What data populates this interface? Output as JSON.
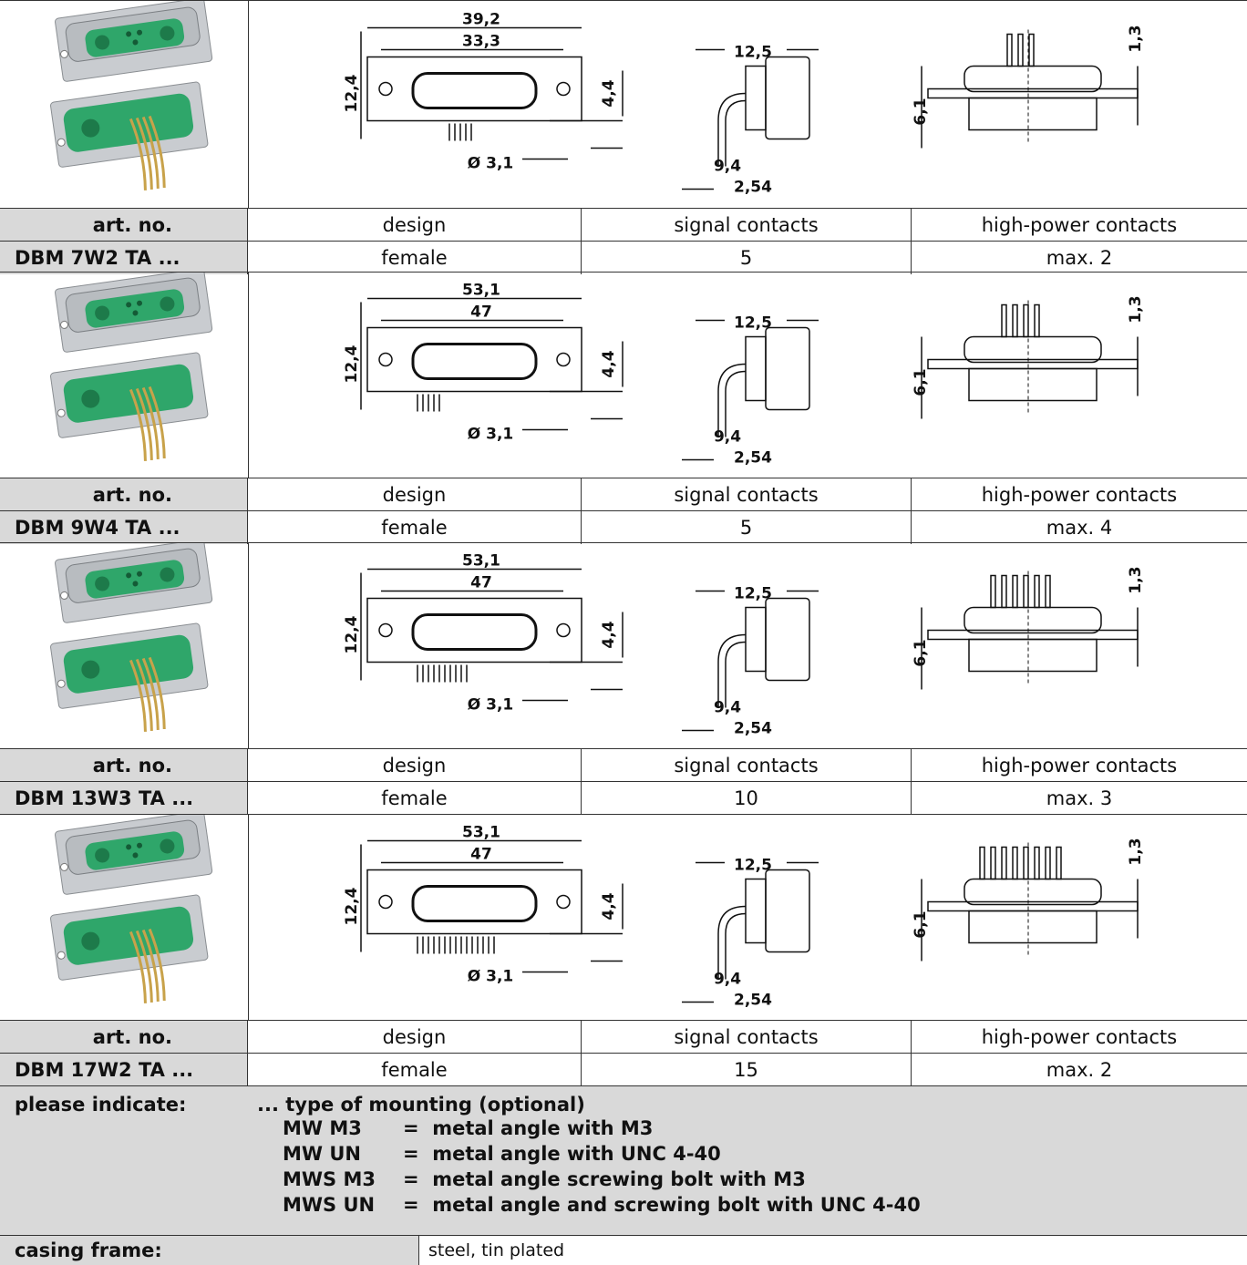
{
  "columns": {
    "art_no": "art. no.",
    "design": "design",
    "signal": "signal contacts",
    "power": "high-power contacts"
  },
  "products": [
    {
      "art": "DBM 7W2 TA ...",
      "design": "female",
      "signal": "5",
      "power": "max. 2",
      "dims": {
        "outer": "39,2",
        "inner": "33,3",
        "height": "12,4",
        "offset": "4,4",
        "hole": "Ø 3,1",
        "depth": "12,5",
        "pitch1": "9,4",
        "pitch2": "2,54",
        "side1": "1,3",
        "side2": "6,1"
      }
    },
    {
      "art": "DBM 9W4 TA ...",
      "design": "female",
      "signal": "5",
      "power": "max. 4",
      "dims": {
        "outer": "53,1",
        "inner": "47",
        "height": "12,4",
        "offset": "4,4",
        "hole": "Ø 3,1",
        "depth": "12,5",
        "pitch1": "9,4",
        "pitch2": "2,54",
        "side1": "1,3",
        "side2": "6,1"
      }
    },
    {
      "art": "DBM 13W3 TA ...",
      "design": "female",
      "signal": "10",
      "power": "max. 3",
      "dims": {
        "outer": "53,1",
        "inner": "47",
        "height": "12,4",
        "offset": "4,4",
        "hole": "Ø 3,1",
        "depth": "12,5",
        "pitch1": "9,4",
        "pitch2": "2,54",
        "side1": "1,3",
        "side2": "6,1"
      }
    },
    {
      "art": "DBM 17W2 TA ...",
      "design": "female",
      "signal": "15",
      "power": "max. 2",
      "dims": {
        "outer": "53,1",
        "inner": "47",
        "height": "12,4",
        "offset": "4,4",
        "hole": "Ø 3,1",
        "depth": "12,5",
        "pitch1": "9,4",
        "pitch2": "2,54",
        "side1": "1,3",
        "side2": "6,1"
      }
    }
  ],
  "please_indicate": {
    "label": "please indicate:",
    "heading": "... type of mounting (optional)",
    "options": [
      {
        "code": "MW M3",
        "desc": "=  metal angle with M3"
      },
      {
        "code": "MW UN",
        "desc": "=  metal angle with UNC 4-40"
      },
      {
        "code": "MWS M3",
        "desc": "=  metal angle screwing bolt with M3"
      },
      {
        "code": "MWS UN",
        "desc": "=  metal angle and screwing bolt with UNC 4-40"
      }
    ]
  },
  "casing_frame": {
    "label": "casing frame:",
    "value": "steel, tin plated"
  },
  "colors": {
    "header_bg": "#d9d9d9",
    "insulator_green": "#2fa66a",
    "shell_grey": "#b8bcc0",
    "pin_gold": "#c8a24a"
  }
}
